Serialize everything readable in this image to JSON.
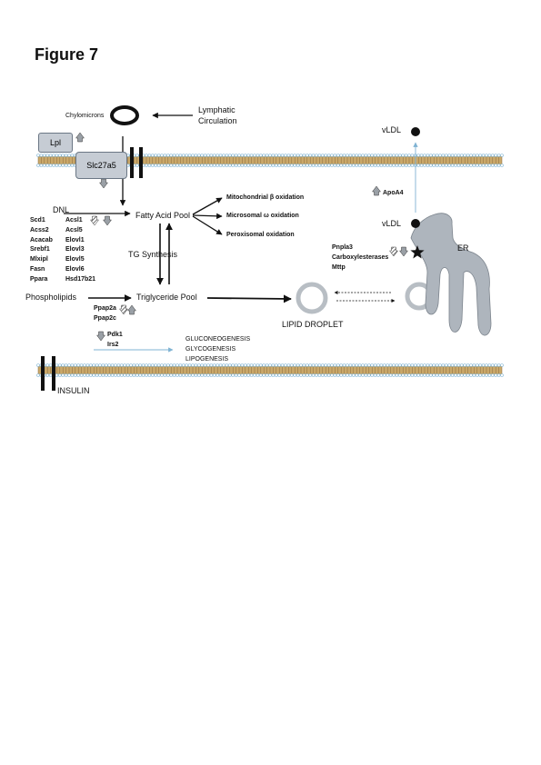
{
  "figure_title": "Figure 7",
  "sources": {
    "chylomicrons": "Chylomicrons",
    "lymphatic_line1": "Lymphatic",
    "lymphatic_line2": "Circulation"
  },
  "transporters": {
    "lpl": "Lpl",
    "slc27a5": "Slc27a5"
  },
  "pools": {
    "dnl": "DNL",
    "fatty_acid": "Fatty Acid Pool",
    "tg_synthesis": "TG Synthesis",
    "phospholipids": "Phospholipids",
    "triglyceride": "Triglyceride Pool",
    "lipid_droplet": "LIPID DROPLET"
  },
  "oxidation": {
    "mitochondrial": "Mitochondrial  β oxidation",
    "microsomal": "Microsomal  ω oxidation",
    "peroxisomal": "Peroxisomal oxidation"
  },
  "dnl_genes_col1": [
    "Scd1",
    "Acss2",
    "Acacab",
    "Srebf1",
    "Mlxipl",
    "Fasn",
    "Ppara"
  ],
  "dnl_genes_col2": [
    "Acsl1",
    "Acsl5",
    "Elovl1",
    "Elovl3",
    "Elovl5",
    "Elovl6",
    "Hsd17b21"
  ],
  "ppap_genes": [
    "Ppap2a",
    "Ppap2c"
  ],
  "insulin_genes": [
    "Pdk1",
    "Irs2"
  ],
  "insulin_targets": [
    "GLUCONEOGENESIS",
    "GLYCOGENESIS",
    "LIPOGENESIS"
  ],
  "insulin_label": "INSULIN",
  "er": {
    "label": "ER",
    "vldl_top": "vLDL",
    "vldl_er": "vLDL",
    "apoa4": "ApoA4",
    "genes": [
      "Pnpla3",
      "Carboxylesterases",
      "Mttp"
    ]
  },
  "colors": {
    "membrane_head": "#ffffff",
    "membrane_outline": "#7fb3d3",
    "membrane_tail": "#c9a86b",
    "arrow_gray": "#9aa0a6",
    "er_fill": "#aeb5bd",
    "droplet_gray": "#b8bec4",
    "insulin_line": "#7fb3d3"
  },
  "icons": {
    "up": "up-arrow-icon",
    "down": "down-arrow-icon",
    "hatched": "hatched-arrow-icon",
    "star": "star-icon"
  }
}
